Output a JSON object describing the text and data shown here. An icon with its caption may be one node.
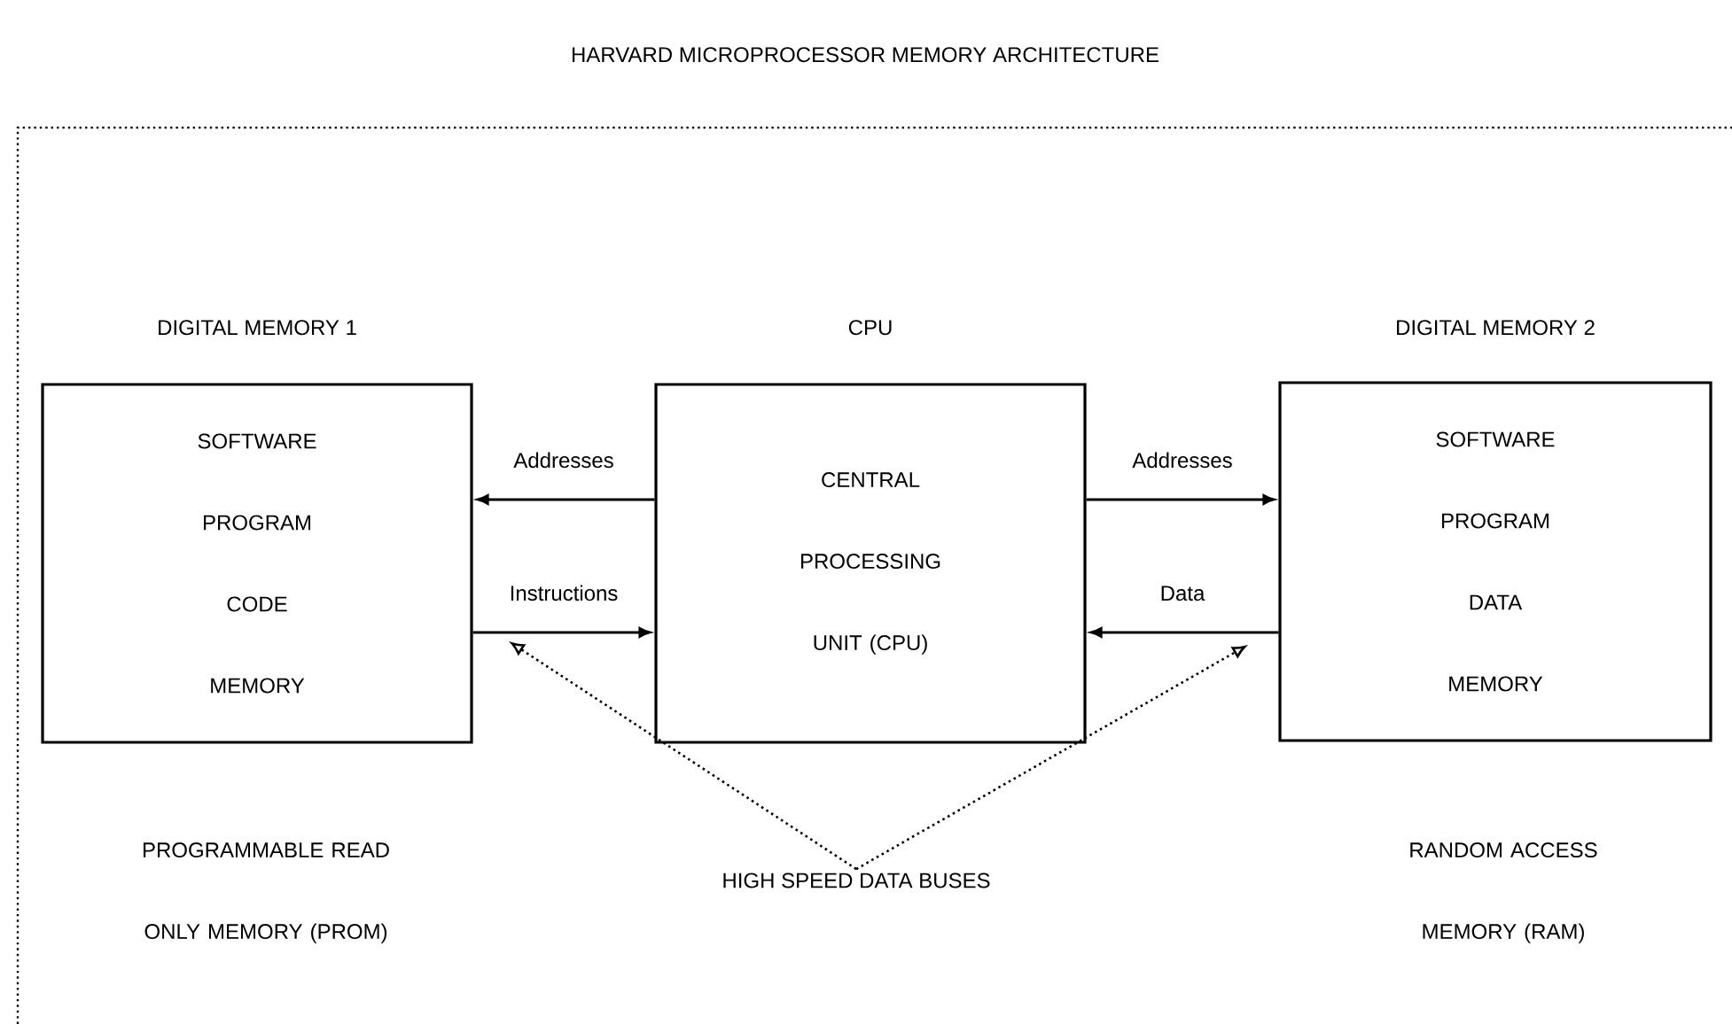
{
  "diagram": {
    "title": "HARVARD MICROPROCESSOR MEMORY ARCHITECTURE",
    "nodes": [
      {
        "text": [
          "DIGITAL MEMORY 1",
          "SOFTWARE PROGRAM CODE MEMORY"
        ]
      },
      {
        "text": [
          "CPU",
          "CENTRAL PROCESSING UNIT (CPU)"
        ]
      },
      {
        "text": [
          "DIGITAL MEMORY 2",
          "SOFTWARE PROGRAM DATA MEMORY"
        ]
      },
      {
        "text": [
          "HIGH SPEED DATA BUSES"
        ]
      }
    ],
    "edges": [
      {
        "from": 1,
        "to": 0,
        "arrow": "to",
        "label": "Addresses"
      },
      {
        "from": 0,
        "to": 1,
        "arrow": "to",
        "label": "Instructions"
      },
      {
        "from": 1,
        "to": 2,
        "arrow": "to",
        "label": "Addresses"
      },
      {
        "from": 2,
        "to": 1,
        "arrow": "to",
        "label": "Data"
      },
      {
        "from": 3,
        "to": null,
        "arrow": "to",
        "style": "dashed"
      },
      {
        "from": 3,
        "to": null,
        "arrow": "to",
        "style": "dashed"
      }
    ],
    "labels": [
      "PROGRAMMABLE READ ONLY MEMORY (PROM)",
      "RANDOM ACCESS MEMORY (RAM)"
    ]
  }
}
